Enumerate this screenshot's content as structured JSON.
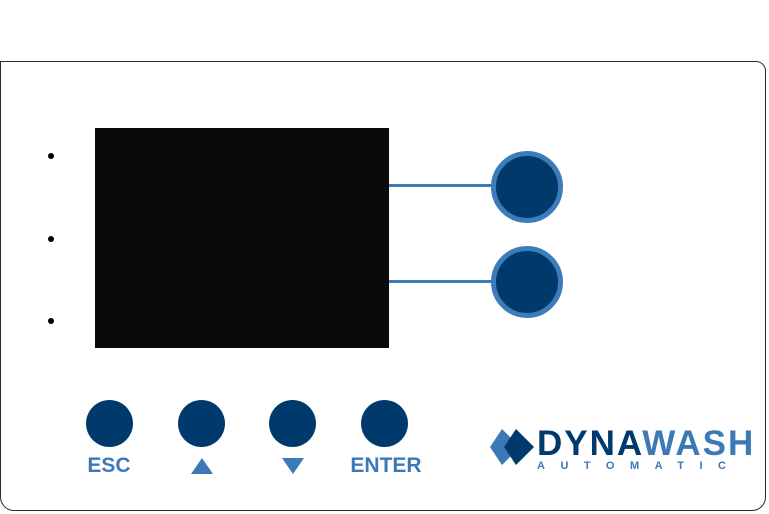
{
  "buttons": {
    "esc_label": "ESC",
    "up_icon": "triangle-up-icon",
    "down_icon": "triangle-down-icon",
    "enter_label": "ENTER"
  },
  "brand": {
    "name_part1": "DYNA",
    "name_part2": "WASH",
    "tagline": "AUTOMATIC"
  },
  "colors": {
    "button_fill": "#003a6c",
    "button_ring": "#3d7cba",
    "label_blue": "#3b7ab6",
    "screen": "#0a0a0a"
  }
}
